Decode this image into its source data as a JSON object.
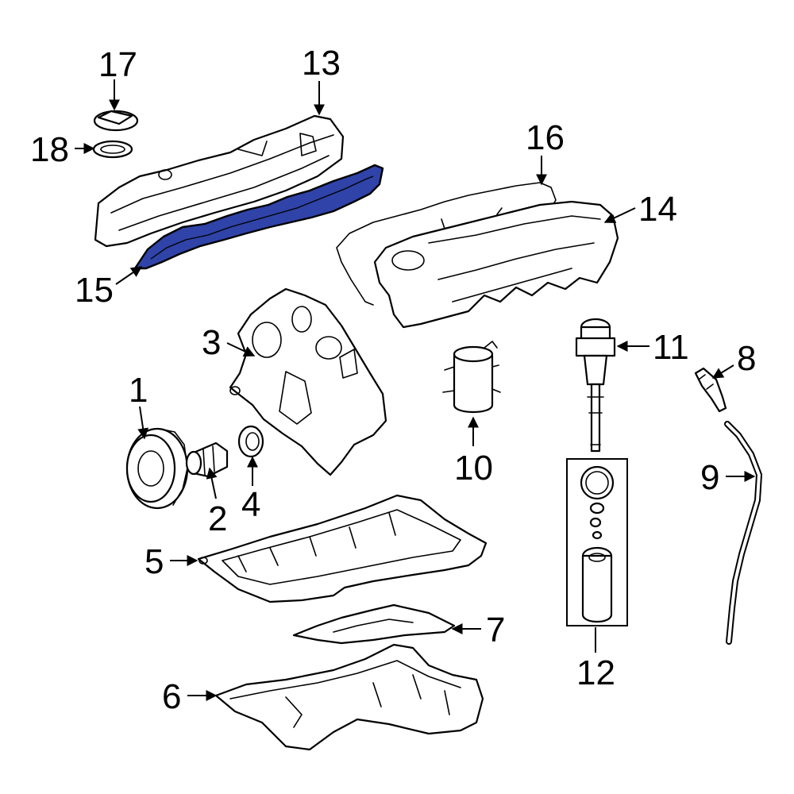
{
  "diagram": {
    "highlight_color": "#2f43a8",
    "callouts": [
      {
        "id": "1",
        "label": "1"
      },
      {
        "id": "2",
        "label": "2"
      },
      {
        "id": "3",
        "label": "3"
      },
      {
        "id": "4",
        "label": "4"
      },
      {
        "id": "5",
        "label": "5"
      },
      {
        "id": "6",
        "label": "6"
      },
      {
        "id": "7",
        "label": "7"
      },
      {
        "id": "8",
        "label": "8"
      },
      {
        "id": "9",
        "label": "9"
      },
      {
        "id": "10",
        "label": "10"
      },
      {
        "id": "11",
        "label": "11"
      },
      {
        "id": "12",
        "label": "12"
      },
      {
        "id": "13",
        "label": "13"
      },
      {
        "id": "14",
        "label": "14"
      },
      {
        "id": "15",
        "label": "15"
      },
      {
        "id": "16",
        "label": "16"
      },
      {
        "id": "17",
        "label": "17"
      },
      {
        "id": "18",
        "label": "18"
      }
    ]
  }
}
